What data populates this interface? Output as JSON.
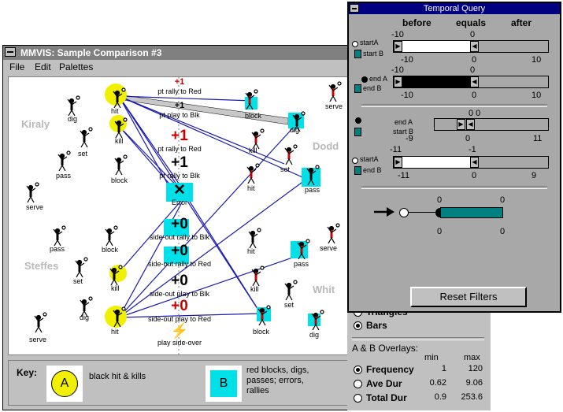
{
  "main_window": {
    "title": "MMVIS: Sample Comparison #3",
    "menu": [
      "File",
      "Edit",
      "Palettes"
    ]
  },
  "canvas": {
    "teams": {
      "left_top": "Kiraly",
      "left_bottom": "Steffes",
      "right_top": "Dodd",
      "right_bottom": "Whit"
    },
    "center_labels": [
      {
        "score": "+1",
        "text": "pt rally to Red",
        "score_color": "#cc0000"
      },
      {
        "score": "+1",
        "text": "pt play to Blk",
        "score_color": "#000000"
      },
      {
        "score": "+1",
        "text": "pt rally to Red",
        "score_color": "#cc0000"
      },
      {
        "score": "+1",
        "text": "pt rally to Blk",
        "score_color": "#000000"
      },
      {
        "score": "✕",
        "text": "Error",
        "score_color": "#000000"
      },
      {
        "score": "+0",
        "text": "side-out rally to Blk",
        "score_color": "#000000"
      },
      {
        "score": "+0",
        "text": "side-out rally to Red",
        "score_color": "#000000"
      },
      {
        "score": "+0",
        "text": "side-out play to Blk",
        "score_color": "#000000"
      },
      {
        "score": "+0",
        "text": "side-out play to Red",
        "score_color": "#cc0000"
      },
      {
        "score": "⚡",
        "text": "play side-over",
        "score_color": "#000000"
      }
    ],
    "left_actions": [
      "dig",
      "hit",
      "kill",
      "set",
      "pass",
      "block",
      "serve",
      "pass",
      "block",
      "set",
      "kill",
      "dig",
      "hit",
      "serve"
    ],
    "right_actions": [
      "serve",
      "block",
      "dig",
      "kill",
      "set",
      "pass",
      "hit",
      "serve",
      "hit",
      "pass",
      "kill",
      "set",
      "block",
      "dig"
    ]
  },
  "key": {
    "label": "Key:",
    "a_letter": "A",
    "a_text": "black hit & kills",
    "b_letter": "B",
    "b_text_1": "red blocks, digs,",
    "b_text_2": "passes; errors,",
    "b_text_3": "rallies"
  },
  "right_panel": {
    "partial_label": "Triangles",
    "bars_label": "Bars",
    "overlays_title": "A & B Overlays:",
    "col_min": "min",
    "col_max": "max",
    "rows": [
      {
        "label": "Frequency",
        "min": "1",
        "max": "120",
        "selected": true
      },
      {
        "label": "Ave Dur",
        "min": "0.62",
        "max": "9.06",
        "selected": false
      },
      {
        "label": "Total Dur",
        "min": "0.9",
        "max": "253.6",
        "selected": false
      }
    ]
  },
  "temporal_query": {
    "title": "Temporal Query",
    "headers": {
      "before": "before",
      "equals": "equals",
      "after": "after"
    },
    "sliders": [
      {
        "a": "startA",
        "b": "start B",
        "top_left": "-10",
        "top_mid": "0",
        "bottom_left": "-10",
        "bottom_mid": "0",
        "bottom_right": "10"
      },
      {
        "a": "end A",
        "b": "end B",
        "top_left": "-10",
        "top_mid": "0",
        "bottom_left": "-10",
        "bottom_mid": "0",
        "bottom_right": "10"
      },
      {
        "a": "end A",
        "b": "start B",
        "top_left": "",
        "top_mid": "0 0",
        "bottom_left": "-9",
        "bottom_mid": "0",
        "bottom_right": "11"
      },
      {
        "a": "startA",
        "b": "end B",
        "top_left": "-11",
        "top_mid": "-1",
        "bottom_left": "-11",
        "bottom_mid": "0",
        "bottom_right": "9"
      }
    ],
    "duration": {
      "top_left": "0",
      "top_right": "0",
      "bottom_left": "0",
      "bottom_right": "0"
    },
    "reset_label": "Reset Filters",
    "colors": {
      "teal": "#008080",
      "title": "#000080"
    }
  }
}
